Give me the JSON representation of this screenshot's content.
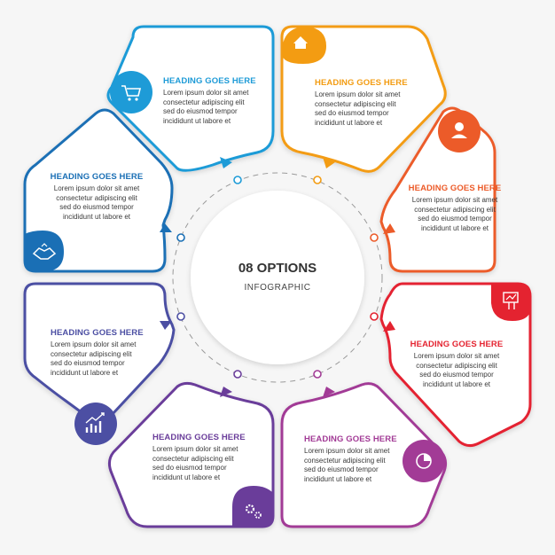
{
  "center": {
    "title": "08 OPTIONS",
    "subtitle": "INFOGRAPHIC"
  },
  "options": [
    {
      "heading": "HEADING GOES HERE",
      "text": [
        "Lorem ipsum dolor sit amet",
        "consectetur adipiscing elit",
        "sed do eiusmod tempor",
        "incididunt ut labore et"
      ],
      "color": "#1e9bd7",
      "icon": "shopping-cart-icon"
    },
    {
      "heading": "HEADING GOES HERE",
      "text": [
        "Lorem ipsum dolor sit amet",
        "consectetur adipiscing elit",
        "sed do eiusmod tempor",
        "incididunt ut labore et"
      ],
      "color": "#f39c12",
      "icon": "home-icon"
    },
    {
      "heading": "HEADING GOES HERE",
      "text": [
        "Lorem ipsum dolor sit amet",
        "consectetur adipiscing elit",
        "sed do eiusmod tempor",
        "incididunt ut labore et"
      ],
      "color": "#ec5b29",
      "icon": "user-icon"
    },
    {
      "heading": "HEADING GOES HERE",
      "text": [
        "Lorem ipsum dolor sit amet",
        "consectetur adipiscing elit",
        "sed do eiusmod tempor",
        "incididunt ut labore et"
      ],
      "color": "#e42330",
      "icon": "presentation-icon"
    },
    {
      "heading": "HEADING GOES HERE",
      "text": [
        "Lorem ipsum dolor sit amet",
        "consectetur adipiscing elit",
        "sed do eiusmod tempor",
        "incididunt ut labore et"
      ],
      "color": "#a23b96",
      "icon": "pie-chart-icon"
    },
    {
      "heading": "HEADING GOES HERE",
      "text": [
        "Lorem ipsum dolor sit amet",
        "consectetur adipiscing elit",
        "sed do eiusmod tempor",
        "incididunt ut labore et"
      ],
      "color": "#6a3d9a",
      "icon": "gears-icon"
    },
    {
      "heading": "HEADING GOES HERE",
      "text": [
        "Lorem ipsum dolor sit amet",
        "consectetur adipiscing elit",
        "sed do eiusmod tempor",
        "incididunt ut labore et"
      ],
      "color": "#4c4fa3",
      "icon": "growth-chart-icon"
    },
    {
      "heading": "HEADING GOES HERE",
      "text": [
        "Lorem ipsum dolor sit amet",
        "consectetur adipiscing elit",
        "sed do eiusmod tempor",
        "incididunt ut labore et"
      ],
      "color": "#1a6fb5",
      "icon": "handshake-icon"
    }
  ]
}
